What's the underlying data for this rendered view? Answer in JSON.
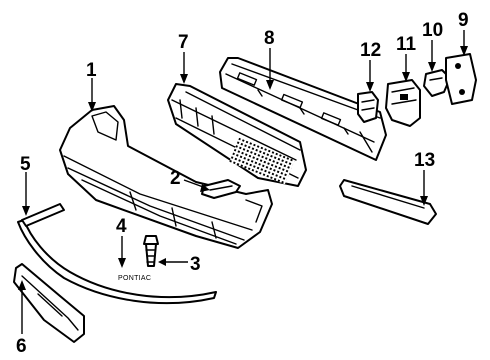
{
  "callouts": {
    "c1": "1",
    "c2": "2",
    "c3": "3",
    "c4": "4",
    "c5": "5",
    "c6": "6",
    "c7": "7",
    "c8": "8",
    "c9": "9",
    "c10": "10",
    "c11": "11",
    "c12": "12",
    "c13": "13"
  },
  "emblem_text": "PONTIAC"
}
